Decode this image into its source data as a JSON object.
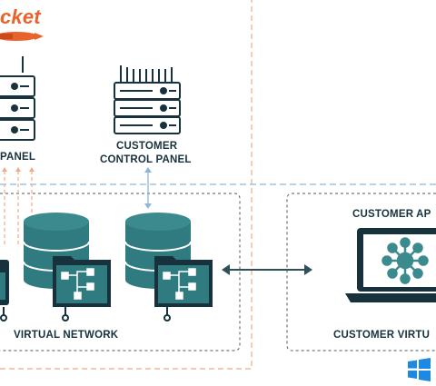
{
  "brand": {
    "logo_text": "cket",
    "accent_color": "#e8622c"
  },
  "labels": {
    "left_panel": "PANEL",
    "customer_control_panel_line1": "CUSTOMER",
    "customer_control_panel_line2": "CONTROL PANEL",
    "virtual_network": "VIRTUAL NETWORK",
    "customer_app": "CUSTOMER AP",
    "customer_virtual": "CUSTOMER VIRTU"
  },
  "colors": {
    "teal": "#2f7b80",
    "dark": "#17323d",
    "orange_dash": "#f0a98a",
    "blue_dash": "#8fb6d6",
    "gray_dash": "#555555",
    "windows_blue": "#1e88e5"
  },
  "icons": [
    "rocket-logo-icon",
    "server-rack-icon",
    "database-icon",
    "network-folder-icon",
    "laptop-icon",
    "hub-network-icon",
    "windows-logo-icon",
    "bidirectional-arrow-icon"
  ]
}
